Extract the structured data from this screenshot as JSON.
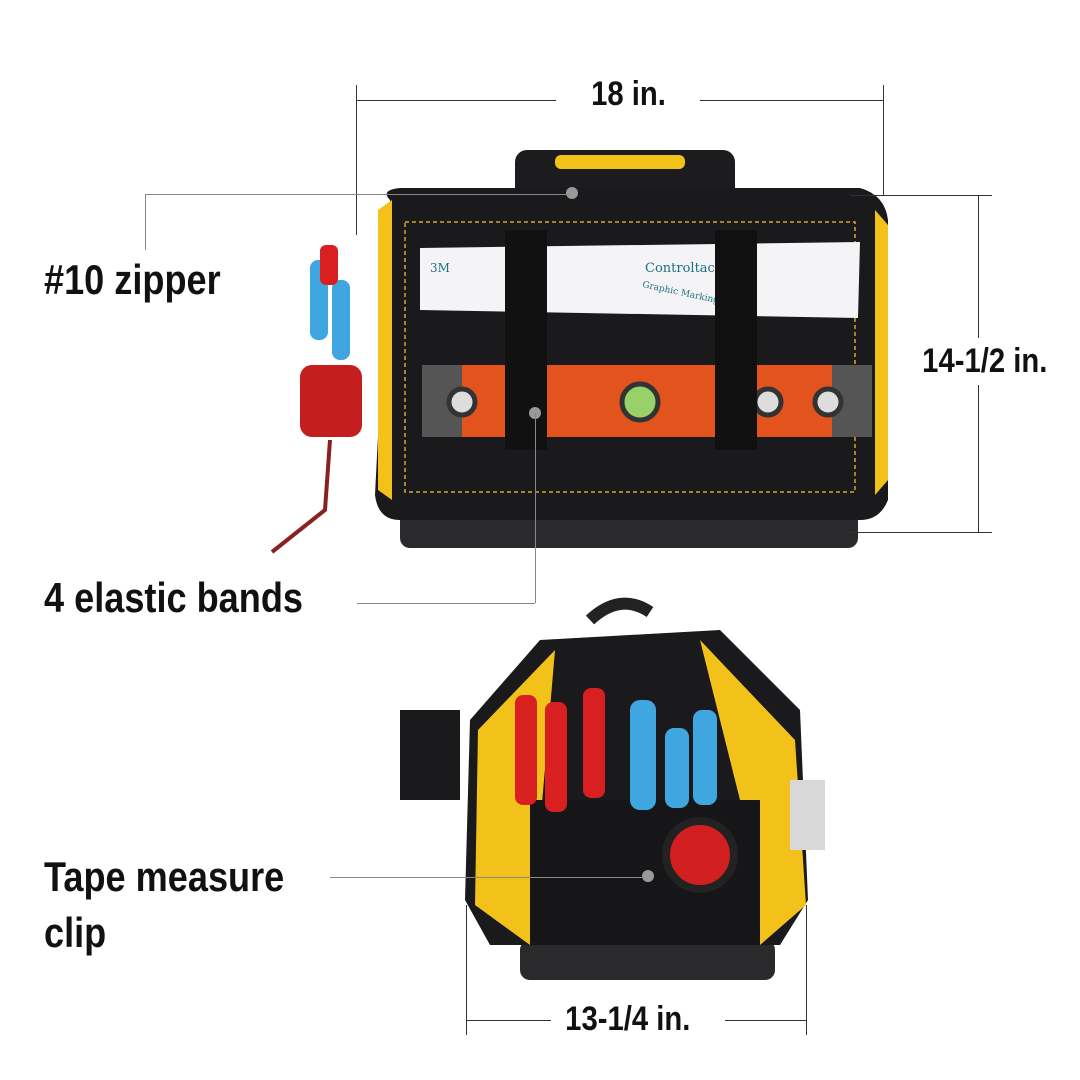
{
  "dimensions": {
    "width": "18 in.",
    "height": "14-1/2 in.",
    "depth": "13-1/4 in."
  },
  "callouts": {
    "zipper": "#10 zipper",
    "bands": "4 elastic bands",
    "clip_line1": "Tape measure",
    "clip_line2": "clip"
  },
  "product_print": {
    "roll_brand": "3M",
    "roll_name": "Controltac",
    "roll_sub": "Graphic Marking System"
  },
  "colors": {
    "bag_black": "#1a1a1c",
    "bag_yellow": "#f2c21a",
    "level_orange": "#e2531d",
    "stitch": "#d4a72c"
  }
}
